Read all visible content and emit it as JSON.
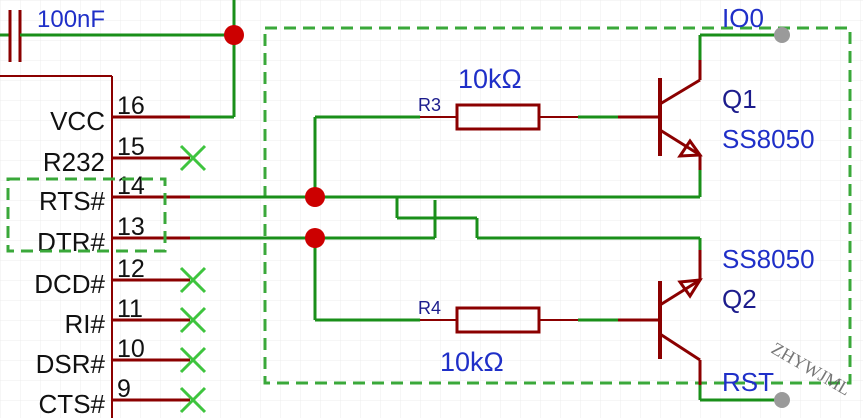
{
  "colors": {
    "wire": "#1a8f1a",
    "component": "#8b0000",
    "junction": "#cc0000",
    "label_blue": "#1f2fc8",
    "text_black": "#111111",
    "highlight": "#3aa83a",
    "noconnect": "#3ec43e",
    "grid": "#ececec",
    "port": "#9a9a9a"
  },
  "capacitor": {
    "value": "100nF"
  },
  "ic_pins": [
    {
      "number": "16",
      "name": "VCC"
    },
    {
      "number": "15",
      "name": "R232"
    },
    {
      "number": "14",
      "name": "RTS#"
    },
    {
      "number": "13",
      "name": "DTR#"
    },
    {
      "number": "12",
      "name": "DCD#"
    },
    {
      "number": "11",
      "name": "RI#"
    },
    {
      "number": "10",
      "name": "DSR#"
    },
    {
      "number": "9",
      "name": "CTS#"
    }
  ],
  "resistors": [
    {
      "ref": "R3",
      "value": "10kΩ"
    },
    {
      "ref": "R4",
      "value": "10kΩ"
    }
  ],
  "transistors": [
    {
      "ref": "Q1",
      "part": "SS8050"
    },
    {
      "ref": "Q2",
      "part": "SS8050"
    }
  ],
  "net_labels": {
    "top": "IO0",
    "bottom": "RST"
  },
  "watermark": "ZHYWJML"
}
